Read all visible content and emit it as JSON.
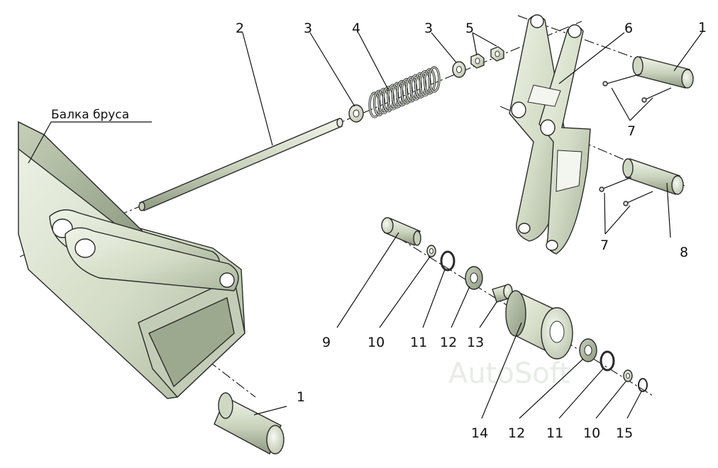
{
  "diagram": {
    "beam_label": "Балка бруса",
    "watermark": "AutoSoft",
    "callouts": [
      {
        "id": "c-1-top",
        "text": "1"
      },
      {
        "id": "c-2",
        "text": "2"
      },
      {
        "id": "c-3-left",
        "text": "3"
      },
      {
        "id": "c-4",
        "text": "4"
      },
      {
        "id": "c-3-right",
        "text": "3"
      },
      {
        "id": "c-5",
        "text": "5"
      },
      {
        "id": "c-6",
        "text": "6"
      },
      {
        "id": "c-7-top",
        "text": "7"
      },
      {
        "id": "c-7-bottom",
        "text": "7"
      },
      {
        "id": "c-8",
        "text": "8"
      },
      {
        "id": "c-9",
        "text": "9"
      },
      {
        "id": "c-10-left",
        "text": "10"
      },
      {
        "id": "c-11-left",
        "text": "11"
      },
      {
        "id": "c-12-left",
        "text": "12"
      },
      {
        "id": "c-13",
        "text": "13"
      },
      {
        "id": "c-14",
        "text": "14"
      },
      {
        "id": "c-12-right",
        "text": "12"
      },
      {
        "id": "c-11-right",
        "text": "11"
      },
      {
        "id": "c-10-right",
        "text": "10"
      },
      {
        "id": "c-15",
        "text": "15"
      },
      {
        "id": "c-1-bottom",
        "text": "1"
      }
    ]
  }
}
